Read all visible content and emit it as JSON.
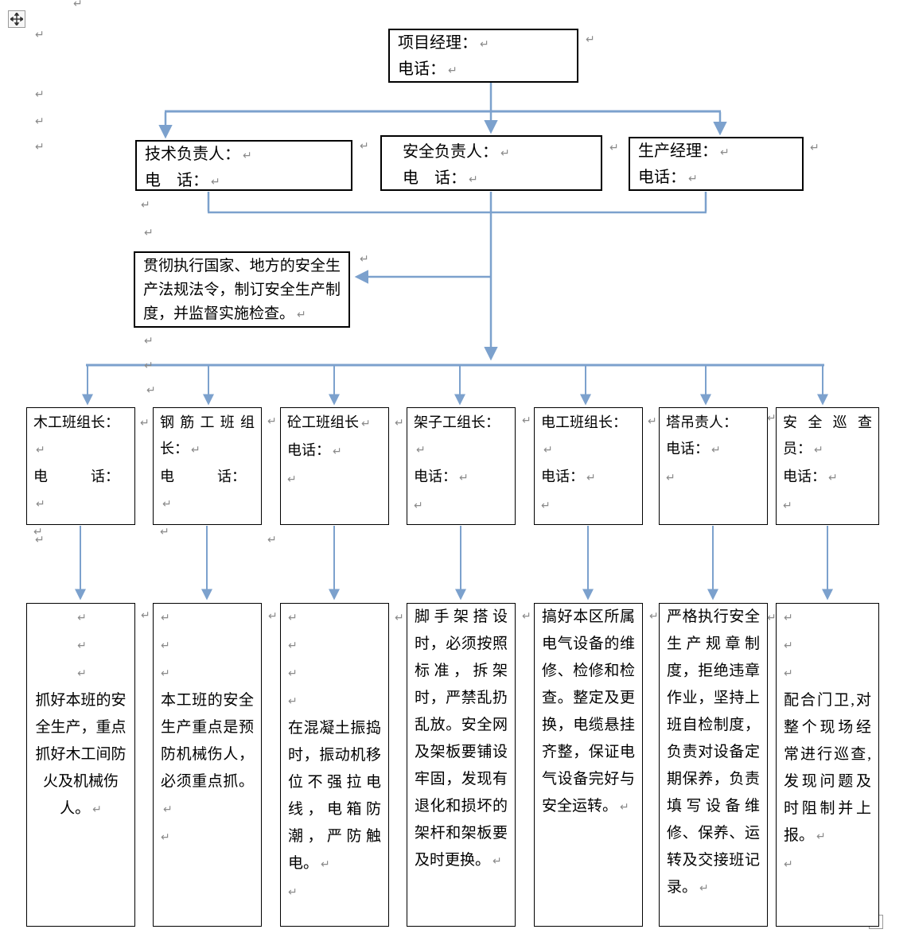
{
  "marks": {
    "pilcrow": "↵"
  },
  "colors": {
    "connector": "#7ca1cd",
    "box_border": "#000000",
    "pilcrow_gray": "#8a8a8a"
  },
  "org": {
    "top": {
      "l1": "项目经理：",
      "l2": "电话："
    },
    "tech": {
      "l1": "技术负责人：",
      "l2": "电　话："
    },
    "safety": {
      "l1": "安全负责人：",
      "l2": "电　话："
    },
    "production": {
      "l1": "生产经理：",
      "l2": "电话："
    },
    "duty": {
      "text": "贯彻执行国家、地方的安全生产法规法令，制订安全生产制度，并监督实施检查。"
    }
  },
  "row3": [
    {
      "l1": "木工班组长：",
      "l2": "电　　　话："
    },
    {
      "l1": "钢筋工班组",
      "l2": "长：",
      "l3": "电　　　话："
    },
    {
      "l1": "砼工班组长",
      "l2": "电话："
    },
    {
      "l1": "架子工组长：",
      "l2": "电话："
    },
    {
      "l1": "电工班组长：",
      "l2": "电话："
    },
    {
      "l1": "塔吊责人：",
      "l2": "电话："
    },
    {
      "l1": "安全巡查",
      "l2": "员：",
      "l3": "电话："
    }
  ],
  "row4": [
    {
      "text": "抓好本班的安全生产，重点抓好木工间防火及机械伤人。"
    },
    {
      "text": "本工班的安全生产重点是预防机械伤人，必须重点抓。"
    },
    {
      "text": "在混凝土振捣时，振动机移位不强拉电线，电箱防潮，严防触电。"
    },
    {
      "text": "脚手架搭设时，必须按照标准，拆架时，严禁乱扔乱放。安全网及架板要铺设牢固，发现有退化和损坏的架杆和架板要及时更换。"
    },
    {
      "text": "搞好本区所属电气设备的维修、检修和检查。整定及更换，电缆悬挂齐整，保证电气设备完好与安全运转。"
    },
    {
      "text": "严格执行安全生产规章制度，拒绝违章作业，坚持上班自检制度，负责对设备定期保养，负责填写设备维修、保养、运转及交接班记录。"
    },
    {
      "text": "配合门卫,对整个现场经常进行巡查,发现问题及时阻制并上报。"
    }
  ]
}
